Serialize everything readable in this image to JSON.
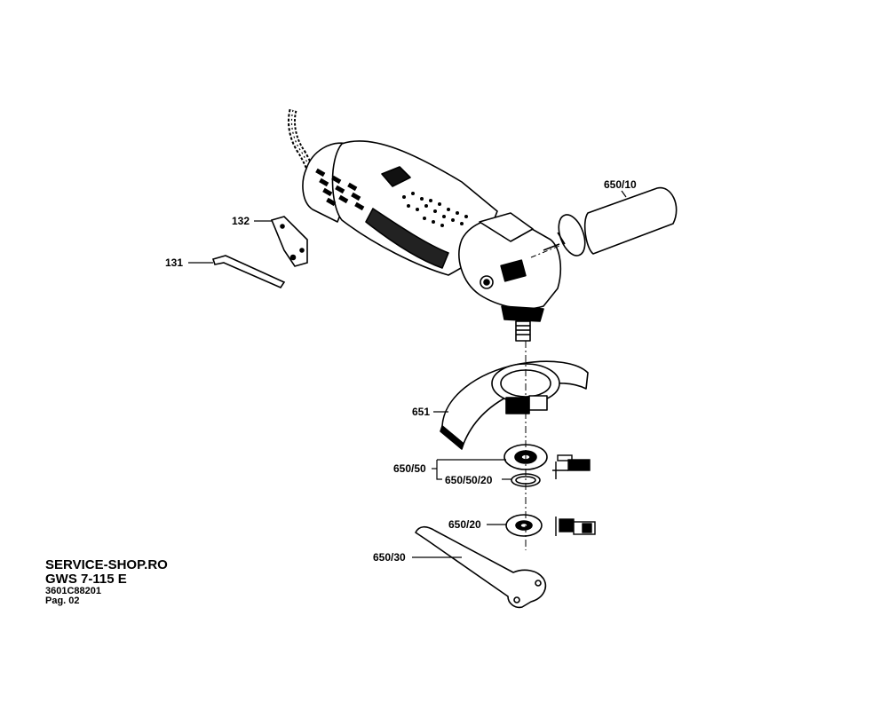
{
  "parts": {
    "p131": "131",
    "p132": "132",
    "p650_10": "650/10",
    "p651": "651",
    "p650_50": "650/50",
    "p650_50_20": "650/50/20",
    "p650_20": "650/20",
    "p650_30": "650/30"
  },
  "info": {
    "shop": "SERVICE-SHOP.RO",
    "model": "GWS 7-115 E",
    "code": "3601C88201",
    "page": "Pag. 02"
  }
}
